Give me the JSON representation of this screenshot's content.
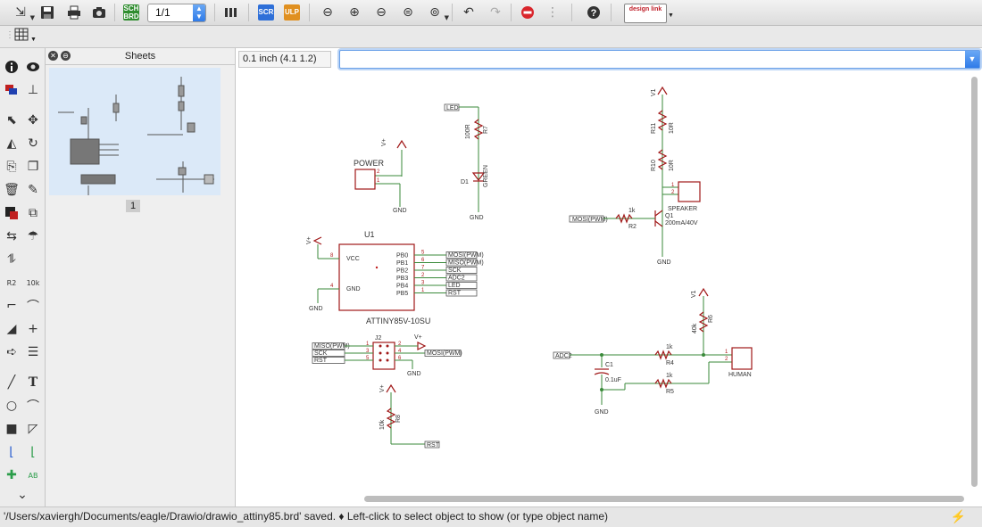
{
  "toolbar": {
    "sheet_selector_value": "1/1",
    "sch_brd_label": "SCH BRD",
    "scr_label": "SCR",
    "ulp_label": "ULP",
    "design_link_label": "design link",
    "icons": [
      "open-icon",
      "save-icon",
      "print-icon",
      "cam-icon",
      "sch-brd-switch-icon",
      "sheet-select",
      "display-layers-icon",
      "script-icon",
      "ulp-icon",
      "zoom-fit-icon",
      "zoom-in-icon",
      "zoom-out-icon",
      "zoom-redraw-icon",
      "zoom-area-icon",
      "undo-icon",
      "redo-icon",
      "stop-icon",
      "go-icon",
      "help-icon",
      "design-link-icon"
    ]
  },
  "sheets_panel": {
    "title": "Sheets",
    "sheet_number": "1"
  },
  "command_bar": {
    "coordinate_display": "0.1 inch (4.1 1.2)",
    "command_value": ""
  },
  "status_bar": {
    "message": "'/Users/xaviergh/Documents/eagle/Drawio/drawio_attiny85.brd' saved.  ♦ Left-click to select object to show (or type object name)"
  },
  "colors": {
    "wire": "#3a8a3a",
    "symbol": "#a01818",
    "pin_red": "#b02020",
    "text": "#333333",
    "thumb_bg": "#dbe9f8",
    "accent_blue": "#2f7be8"
  },
  "schematic": {
    "power_block": {
      "name": "POWER",
      "vplus": "V+",
      "gnd": "GND",
      "pin_top": "2",
      "pin_bottom": "1"
    },
    "led_block": {
      "net_led": "LED",
      "resistor_name": "R7",
      "resistor_value": "100R",
      "diode_name": "D1",
      "diode_value": "GREEN",
      "gnd": "GND"
    },
    "speaker_block": {
      "v1": "V1",
      "r11_name": "R11",
      "r11_value": "10R",
      "r10_name": "R10",
      "r10_value": "10R",
      "speaker_name": "SPEAKER",
      "pin1": "1",
      "pin2": "2",
      "transistor_name": "Q1",
      "transistor_value": "200mA/40V",
      "r2_name": "R2",
      "r2_value": "1k",
      "net_in": "MOSI(PWM)",
      "gnd": "GND"
    },
    "ic_block": {
      "ref": "U1",
      "part": "ATTINY85V-10SU",
      "vplus": "V+",
      "gnd": "GND",
      "left_pins": [
        {
          "num": "8",
          "name": "VCC"
        },
        {
          "num": "4",
          "name": "GND"
        }
      ],
      "right_pins": [
        {
          "num": "5",
          "name": "PB0",
          "net": "MOSI(PWM)"
        },
        {
          "num": "6",
          "name": "PB1",
          "net": "MISO(PWM)"
        },
        {
          "num": "7",
          "name": "PB2",
          "net": "SCK"
        },
        {
          "num": "2",
          "name": "PB3",
          "net": "ADC2"
        },
        {
          "num": "3",
          "name": "PB4",
          "net": "LED"
        },
        {
          "num": "1",
          "name": "PB5",
          "net": "RST"
        }
      ]
    },
    "isp_block": {
      "ref": "J2",
      "vplus": "V+",
      "gnd": "GND",
      "left_nets": [
        "MISO(PWM)",
        "SCK",
        "RST"
      ],
      "right_net": "MOSI(PWM)",
      "left_nums": [
        "1",
        "3",
        "5"
      ],
      "right_nums": [
        "2",
        "4",
        "6"
      ]
    },
    "reset_block": {
      "vplus": "V+",
      "resistor_name": "R8",
      "resistor_value": "10k",
      "net": "RST"
    },
    "human_block": {
      "v1": "V1",
      "r6_name": "R6",
      "r6_value": "40k",
      "r4_name": "R4",
      "r4_value": "1k",
      "r5_name": "R5",
      "r5_value": "1k",
      "cap_name": "C1",
      "cap_value": "0.1uF",
      "net_in": "ADC2",
      "connector": "HUMAN",
      "pin1": "1",
      "pin2": "2",
      "gnd": "GND"
    }
  }
}
